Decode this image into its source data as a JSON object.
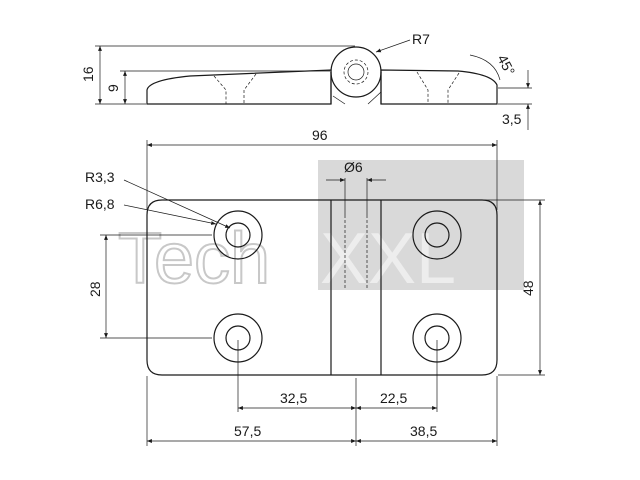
{
  "watermark": {
    "left": "Tech",
    "right": "XXL"
  },
  "dimensions": {
    "side_height": "16",
    "side_leaf_height": "9",
    "knuckle_radius": "R7",
    "chamfer_angle": "45°",
    "leaf_thickness": "3,5",
    "total_length": "96",
    "pin_diameter": "Ø6",
    "hole_radius": "R3,3",
    "countersink_radius": "R6,8",
    "hole_spacing_vertical": "28",
    "total_height": "48",
    "left_hole_offset": "32,5",
    "right_hole_offset": "22,5",
    "left_leaf_length": "57,5",
    "right_leaf_length": "38,5"
  }
}
